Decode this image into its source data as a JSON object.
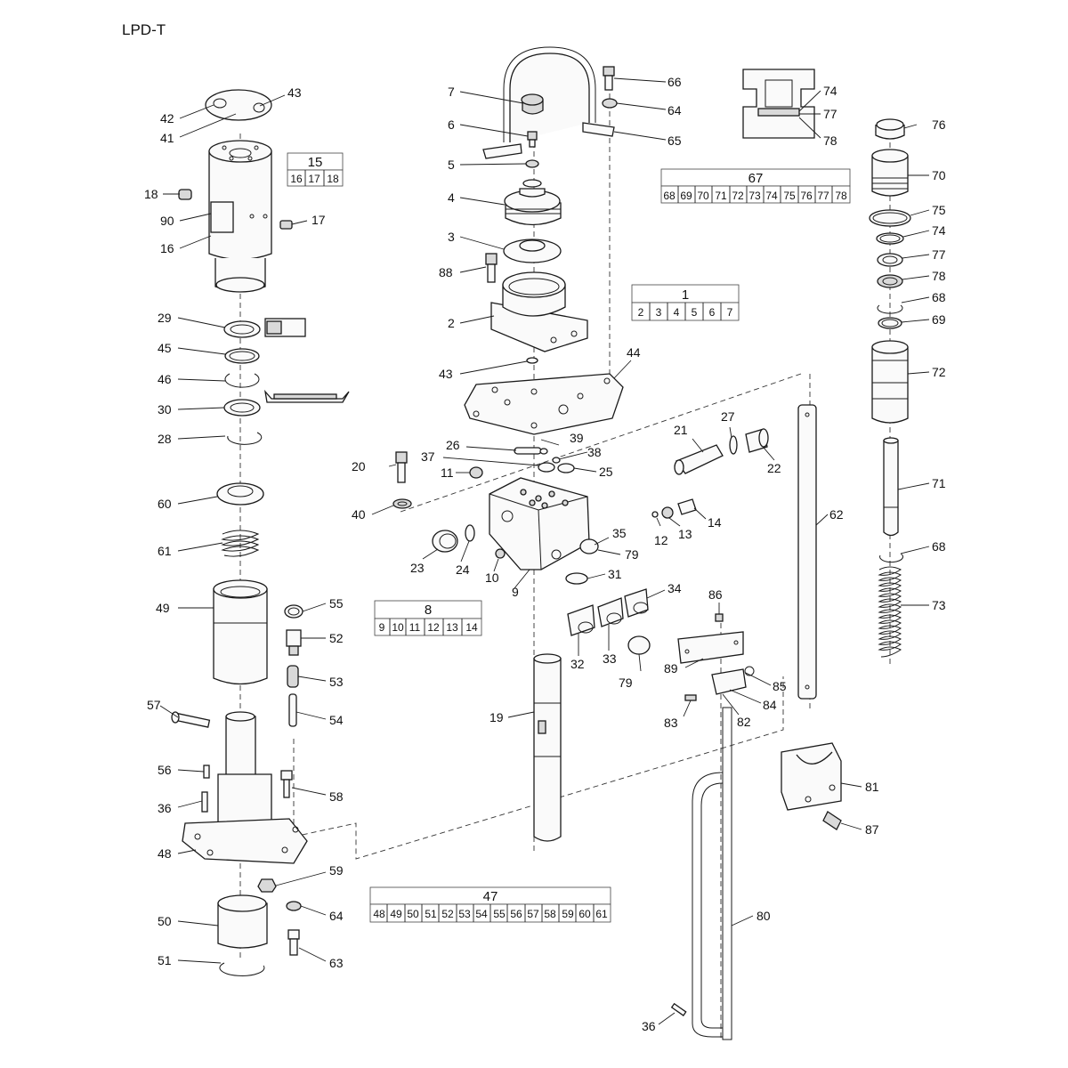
{
  "title": "LPD-T",
  "callouts": [
    "1",
    "2",
    "3",
    "4",
    "5",
    "6",
    "7",
    "8",
    "9",
    "10",
    "11",
    "12",
    "13",
    "14",
    "15",
    "16",
    "17",
    "18",
    "19",
    "20",
    "21",
    "22",
    "23",
    "24",
    "25",
    "26",
    "27",
    "28",
    "29",
    "30",
    "31",
    "32",
    "33",
    "34",
    "35",
    "36",
    "37",
    "38",
    "39",
    "40",
    "41",
    "42",
    "43",
    "44",
    "45",
    "46",
    "47",
    "48",
    "49",
    "50",
    "51",
    "52",
    "53",
    "54",
    "55",
    "56",
    "57",
    "58",
    "59",
    "60",
    "61",
    "62",
    "63",
    "64",
    "65",
    "66",
    "67",
    "68",
    "69",
    "70",
    "71",
    "72",
    "73",
    "74",
    "75",
    "76",
    "77",
    "78",
    "79",
    "80",
    "81",
    "82",
    "83",
    "84",
    "85",
    "86",
    "87",
    "88",
    "89",
    "90"
  ],
  "kits": [
    {
      "number": "15",
      "parts": [
        "16",
        "17",
        "18"
      ]
    },
    {
      "number": "67",
      "parts": [
        "68",
        "69",
        "70",
        "71",
        "72",
        "73",
        "74",
        "75",
        "76",
        "77",
        "78"
      ]
    },
    {
      "number": "1",
      "parts": [
        "2",
        "3",
        "4",
        "5",
        "6",
        "7"
      ]
    },
    {
      "number": "8",
      "parts": [
        "9",
        "10",
        "11",
        "12",
        "13",
        "14"
      ]
    },
    {
      "number": "47",
      "parts": [
        "48",
        "49",
        "50",
        "51",
        "52",
        "53",
        "54",
        "55",
        "56",
        "57",
        "58",
        "59",
        "60",
        "61"
      ]
    }
  ]
}
